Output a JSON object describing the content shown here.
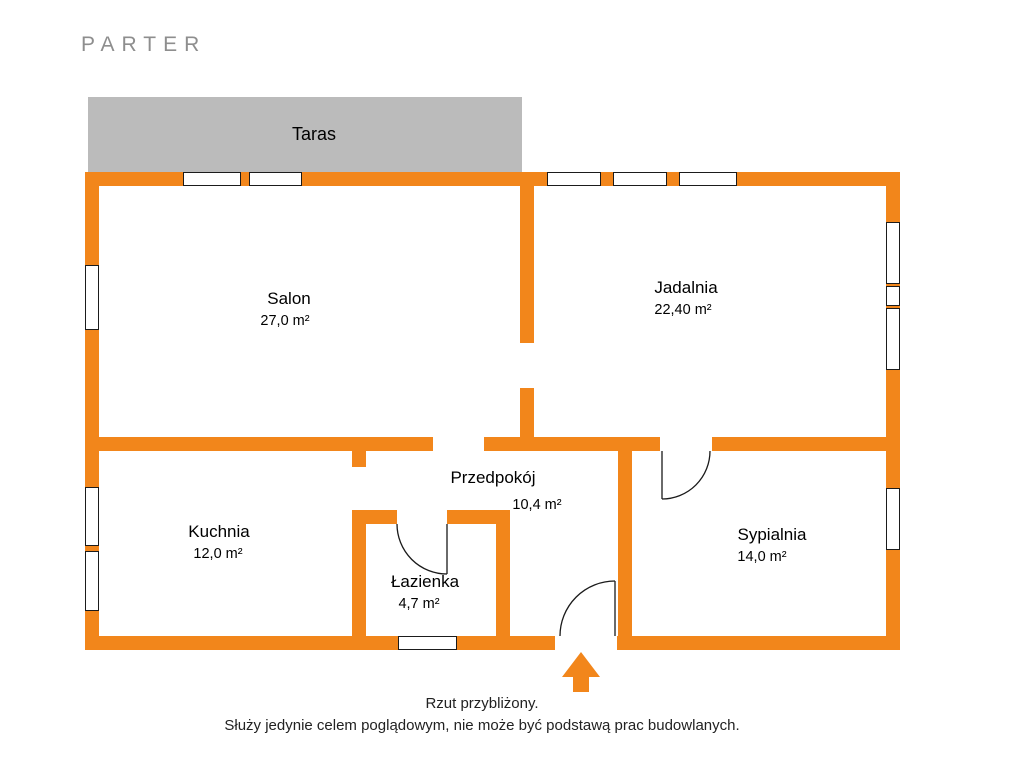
{
  "title": "PARTER",
  "terrace": {
    "label": "Taras"
  },
  "rooms": [
    {
      "name": "Salon",
      "area": "27,0 m²"
    },
    {
      "name": "Jadalnia",
      "area": "22,40 m²"
    },
    {
      "name": "Kuchnia",
      "area": "12,0 m²"
    },
    {
      "name": "Przedpokój",
      "area": "10,4 m²"
    },
    {
      "name": "Łazienka",
      "area": "4,7 m²"
    },
    {
      "name": "Sypialnia",
      "area": "14,0 m²"
    }
  ],
  "footer": {
    "line1": "Rzut przybliżony.",
    "line2": "Służy jedynie celem poglądowym, nie może być podstawą prac budowlanych."
  },
  "colors": {
    "wall": "#F2861B",
    "terrace": "#BBBBBB",
    "ink": "#1A1A1A",
    "muted": "#8E8E8E"
  }
}
